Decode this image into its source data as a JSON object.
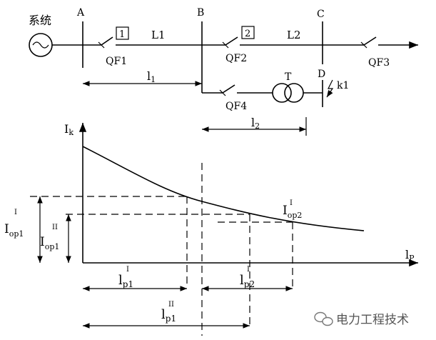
{
  "circuit": {
    "source_label": "系统",
    "bus_a": "A",
    "bus_b": "B",
    "bus_c": "C",
    "bus_d": "D",
    "box_1": "1",
    "box_2": "2",
    "line_1": "L1",
    "line_2": "L2",
    "breaker_1": "QF1",
    "breaker_2": "QF2",
    "breaker_3": "QF3",
    "breaker_4": "QF4",
    "transformer": "T",
    "fault_point": "k1",
    "length_1": {
      "base": "l",
      "sub": "1"
    },
    "length_2": {
      "base": "l",
      "sub": "2"
    }
  },
  "graph": {
    "y_axis": {
      "base": "I",
      "sub": "k"
    },
    "x_axis": {
      "base": "l",
      "sub": "P"
    },
    "iop1_I": {
      "base": "I",
      "sub": "op1",
      "sup": "I"
    },
    "iop1_II": {
      "base": "I",
      "sub": "op1",
      "sup": "II"
    },
    "iop2_I": {
      "base": "I",
      "sub": "op2",
      "sup": "I"
    },
    "lp1_I": {
      "base": "l",
      "sub": "p1",
      "sup": "I"
    },
    "lp2_I": {
      "base": "l",
      "sub": "p2",
      "sup": "I"
    },
    "lp1_II": {
      "base": "l",
      "sub": "p1",
      "sup": "II"
    }
  },
  "watermark": {
    "text": "电力工程技术",
    "icon": "wechat-icon"
  }
}
